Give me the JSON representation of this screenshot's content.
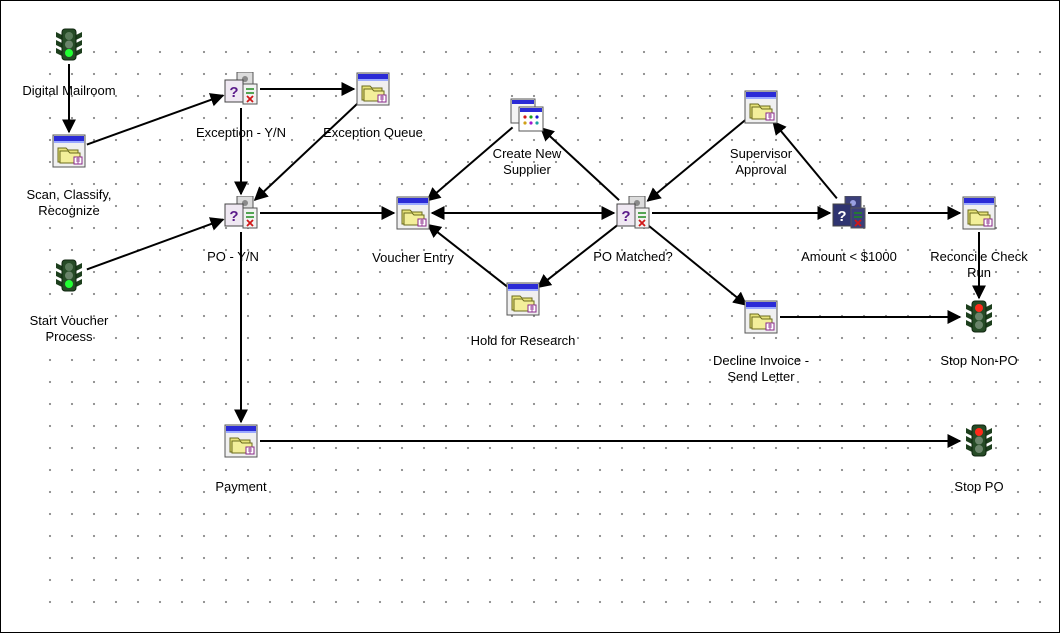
{
  "nodes": [
    {
      "id": "digital_mailroom",
      "kind": "light-green",
      "lines": [
        "Digital Mailroom"
      ]
    },
    {
      "id": "scan",
      "kind": "task",
      "lines": [
        "Scan, Classify,",
        "Recognize"
      ]
    },
    {
      "id": "start_voucher",
      "kind": "light-green",
      "lines": [
        "Start Voucher",
        "Process"
      ]
    },
    {
      "id": "exception_yn",
      "kind": "decision",
      "lines": [
        "Exception - Y/N"
      ]
    },
    {
      "id": "exception_queue",
      "kind": "task",
      "lines": [
        "Exception Queue"
      ]
    },
    {
      "id": "po_yn",
      "kind": "decision",
      "lines": [
        "PO - Y/N"
      ]
    },
    {
      "id": "payment",
      "kind": "task",
      "lines": [
        "Payment"
      ]
    },
    {
      "id": "voucher_entry",
      "kind": "task",
      "lines": [
        "Voucher Entry"
      ]
    },
    {
      "id": "create_supplier",
      "kind": "form",
      "lines": [
        "Create New",
        "Supplier"
      ]
    },
    {
      "id": "hold_research",
      "kind": "task",
      "lines": [
        "Hold for Research"
      ]
    },
    {
      "id": "po_matched",
      "kind": "decision",
      "lines": [
        "PO Matched?"
      ]
    },
    {
      "id": "supervisor",
      "kind": "task",
      "lines": [
        "Supervisor",
        "Approval"
      ]
    },
    {
      "id": "amount",
      "kind": "decision-selected",
      "lines": [
        "Amount < $1000"
      ]
    },
    {
      "id": "reconcile",
      "kind": "task",
      "lines": [
        "Reconcile Check",
        "Run"
      ]
    },
    {
      "id": "decline",
      "kind": "task",
      "lines": [
        "Decline Invoice -",
        "Send Letter"
      ]
    },
    {
      "id": "stop_non_po",
      "kind": "light-red",
      "lines": [
        "Stop Non-PO"
      ]
    },
    {
      "id": "stop_po",
      "kind": "light-red",
      "lines": [
        "Stop PO"
      ]
    }
  ],
  "edges": [
    {
      "from": "digital_mailroom",
      "to": "scan"
    },
    {
      "from": "scan",
      "to": "exception_yn"
    },
    {
      "from": "exception_yn",
      "to": "exception_queue"
    },
    {
      "from": "exception_yn",
      "to": "po_yn"
    },
    {
      "from": "exception_queue",
      "to": "po_yn"
    },
    {
      "from": "start_voucher",
      "to": "po_yn"
    },
    {
      "from": "po_yn",
      "to": "voucher_entry"
    },
    {
      "from": "po_yn",
      "to": "payment"
    },
    {
      "from": "payment",
      "to": "stop_po"
    },
    {
      "from": "voucher_entry",
      "to": "po_matched"
    },
    {
      "from": "po_matched",
      "to": "voucher_entry"
    },
    {
      "from": "create_supplier",
      "to": "voucher_entry"
    },
    {
      "from": "hold_research",
      "to": "voucher_entry"
    },
    {
      "from": "po_matched",
      "to": "create_supplier"
    },
    {
      "from": "po_matched",
      "to": "hold_research"
    },
    {
      "from": "po_matched",
      "to": "amount"
    },
    {
      "from": "po_matched",
      "to": "decline"
    },
    {
      "from": "supervisor",
      "to": "po_matched"
    },
    {
      "from": "amount",
      "to": "supervisor"
    },
    {
      "from": "amount",
      "to": "reconcile"
    },
    {
      "from": "reconcile",
      "to": "stop_non_po"
    },
    {
      "from": "decline",
      "to": "stop_non_po"
    }
  ]
}
